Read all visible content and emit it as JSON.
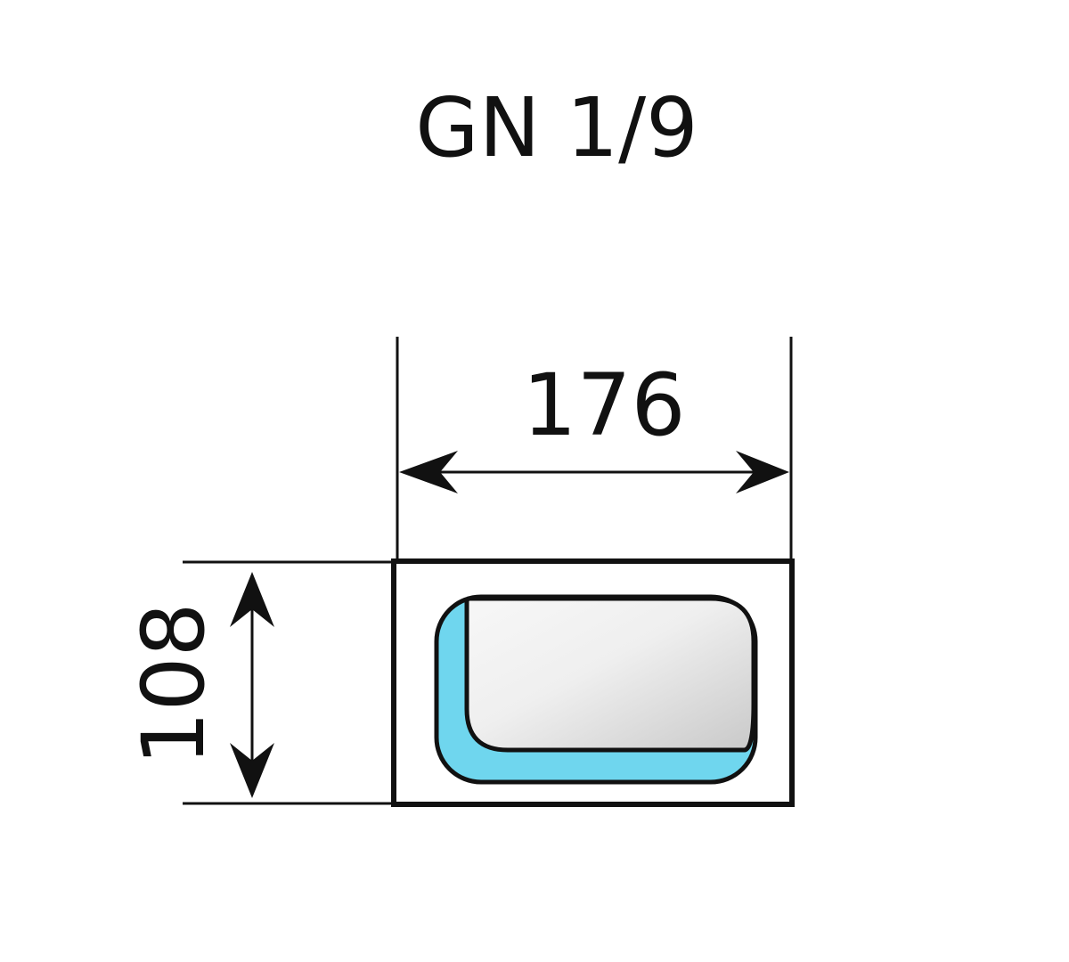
{
  "title": "GN 1/9",
  "dimensions": {
    "width": "176",
    "height": "108"
  },
  "colors": {
    "outline": "#111111",
    "pan_fill": "#6fd6ee",
    "pan_face_light": "#f7f7f7",
    "pan_face_dark": "#c9c9c9",
    "background": "#ffffff"
  },
  "icons": {
    "arrowhead": "filled-arrowhead"
  }
}
